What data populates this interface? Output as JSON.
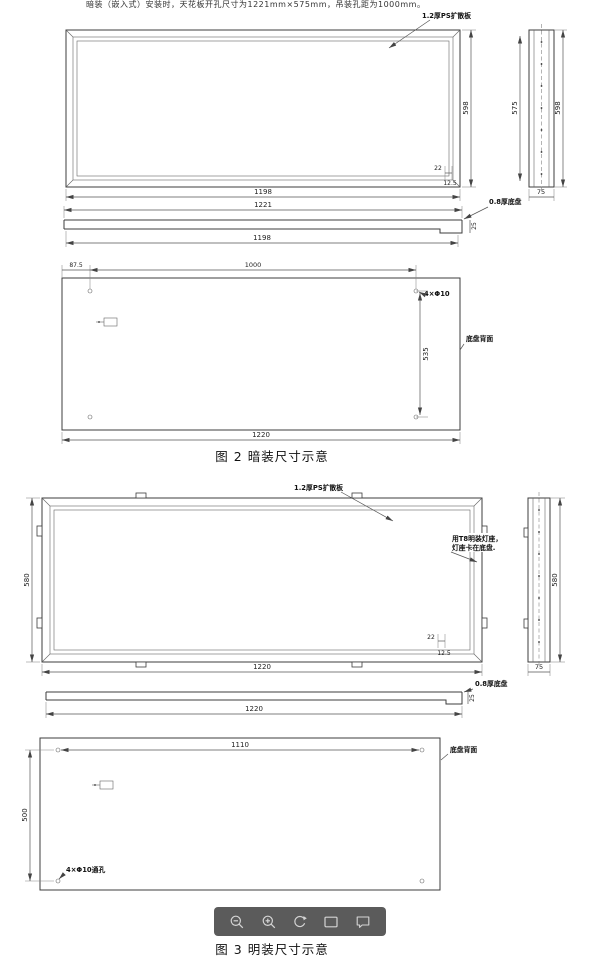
{
  "header": {
    "fragment": "暗装（嵌入式）安装时，天花板开孔尺寸为1221mm×575mm，吊装孔距为1000mm。"
  },
  "fig2": {
    "caption": "图 2 暗装尺寸示意",
    "front": {
      "diffuser_label": "1.2厚PS扩散板",
      "dim_height": "598",
      "dim_width": "1198",
      "dim_edge": "22",
      "dim_lip": "12.5"
    },
    "side": {
      "dim_inner": "575",
      "dim_outer": "598",
      "dim_depth": "75"
    },
    "profile": {
      "dim_outer": "1221",
      "dim_inner": "1198",
      "label": "0.8厚底盘",
      "dim_thick": "25"
    },
    "back": {
      "dim_offset": "87.5",
      "dim_hole_span": "1000",
      "hole_label": "4×Φ10",
      "dim_vert": "535",
      "dim_width": "1220",
      "label": "底盘背面"
    }
  },
  "fig3": {
    "caption": "图 3 明装尺寸示意",
    "front": {
      "diffuser_label": "1.2厚PS扩散板",
      "lamp_note_1": "用T8明装灯座，",
      "lamp_note_2": "灯座卡在底盘.",
      "dim_height": "580",
      "dim_width": "1220",
      "dim_edge": "22",
      "dim_lip": "12.5"
    },
    "side": {
      "dim_outer": "580",
      "dim_depth": "75"
    },
    "profile": {
      "label": "0.8厚底盘",
      "dim_thick": "25",
      "dim_width": "1220"
    },
    "back": {
      "dim_hole_span": "1110",
      "dim_vert": "500",
      "hole_label": "4×Φ10通孔",
      "label": "底盘背面"
    }
  },
  "toolbar": {
    "icons": [
      "zoom-out",
      "zoom-in",
      "rotate",
      "fit-screen",
      "comment"
    ]
  }
}
